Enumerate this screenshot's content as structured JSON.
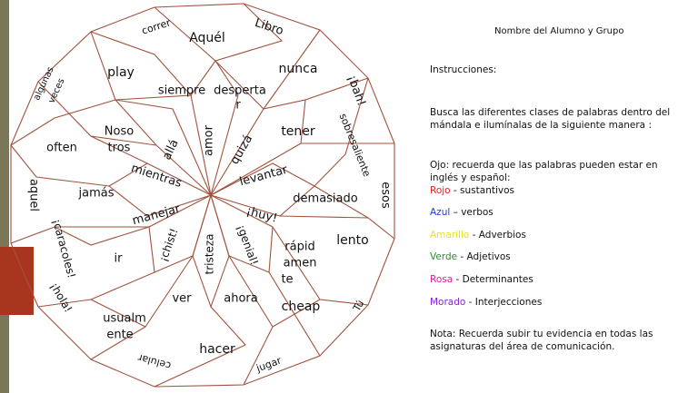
{
  "header": {
    "student_label": "Nombre del Alumno y Grupo"
  },
  "instructions": {
    "label": "Instrucciones:",
    "task": "Busca las diferentes clases de palabras dentro del mándala e ilumínalas de la siguiente manera :",
    "hint": "Ojo: recuerda que las palabras pueden estar en inglés y español:"
  },
  "legend": [
    {
      "color_word": "Rojo",
      "color": "#e8201e",
      "category": " - sustantivos"
    },
    {
      "color_word": "Azul",
      "color": "#1f3ad8",
      "category": " – verbos"
    },
    {
      "color_word": "Amarillo",
      "color": "#e6e227",
      "category": " - Adverbios"
    },
    {
      "color_word": "Verde",
      "color": "#2f8a2f",
      "category": " - Adjetivos"
    },
    {
      "color_word": "Rosa",
      "color": "#e51aa6",
      "category": " - Determinantes"
    },
    {
      "color_word": "Morado",
      "color": "#8a22d8",
      "category": " -  Interjecciones"
    }
  ],
  "note": "Nota:  Recuerda subir tu evidencia en todas las asignaturas del área de comunicación.",
  "mandala": {
    "words": [
      {
        "id": "correr",
        "text": "correr"
      },
      {
        "id": "aquel-cap",
        "text": "Aquél"
      },
      {
        "id": "libro",
        "text": "Libro"
      },
      {
        "id": "algunas",
        "text": "algunas"
      },
      {
        "id": "veces",
        "text": "veces"
      },
      {
        "id": "play",
        "text": "play"
      },
      {
        "id": "siempre",
        "text": "siempre"
      },
      {
        "id": "desperta",
        "text": "desperta"
      },
      {
        "id": "desperta-r",
        "text": "r"
      },
      {
        "id": "nunca",
        "text": "nunca"
      },
      {
        "id": "bah",
        "text": "¡bah!"
      },
      {
        "id": "noso",
        "text": "Noso"
      },
      {
        "id": "tros",
        "text": "tros"
      },
      {
        "id": "alla",
        "text": "allá"
      },
      {
        "id": "amor",
        "text": "amor"
      },
      {
        "id": "quiza",
        "text": "quizá"
      },
      {
        "id": "tener",
        "text": "tener"
      },
      {
        "id": "sobresaliente",
        "text": "sobresaliente"
      },
      {
        "id": "often",
        "text": "often"
      },
      {
        "id": "mientras",
        "text": "mientras"
      },
      {
        "id": "levantar",
        "text": "levantar"
      },
      {
        "id": "aquel-side",
        "text": "aquel"
      },
      {
        "id": "jamas",
        "text": "jamás"
      },
      {
        "id": "demasiado",
        "text": "demasiado"
      },
      {
        "id": "esos",
        "text": "esos"
      },
      {
        "id": "manejar",
        "text": "manejar"
      },
      {
        "id": "huy",
        "text": "¡huy!"
      },
      {
        "id": "caracoles",
        "text": "¡caracoles!"
      },
      {
        "id": "chist",
        "text": "¡chist!"
      },
      {
        "id": "tristeza",
        "text": "tristeza"
      },
      {
        "id": "genial",
        "text": "¡genial!"
      },
      {
        "id": "lento",
        "text": "lento"
      },
      {
        "id": "ir",
        "text": "ir"
      },
      {
        "id": "rapid",
        "text": "rápid"
      },
      {
        "id": "amen",
        "text": "amen"
      },
      {
        "id": "te",
        "text": "te"
      },
      {
        "id": "hola",
        "text": "¡hola!"
      },
      {
        "id": "ver",
        "text": "ver"
      },
      {
        "id": "ahora",
        "text": "ahora"
      },
      {
        "id": "cheap",
        "text": "cheap"
      },
      {
        "id": "tu",
        "text": "Tú"
      },
      {
        "id": "usualm",
        "text": "usualm"
      },
      {
        "id": "ente",
        "text": "ente"
      },
      {
        "id": "hacer",
        "text": "hacer"
      },
      {
        "id": "celular",
        "text": "celular"
      },
      {
        "id": "jugar",
        "text": "jugar"
      }
    ]
  }
}
